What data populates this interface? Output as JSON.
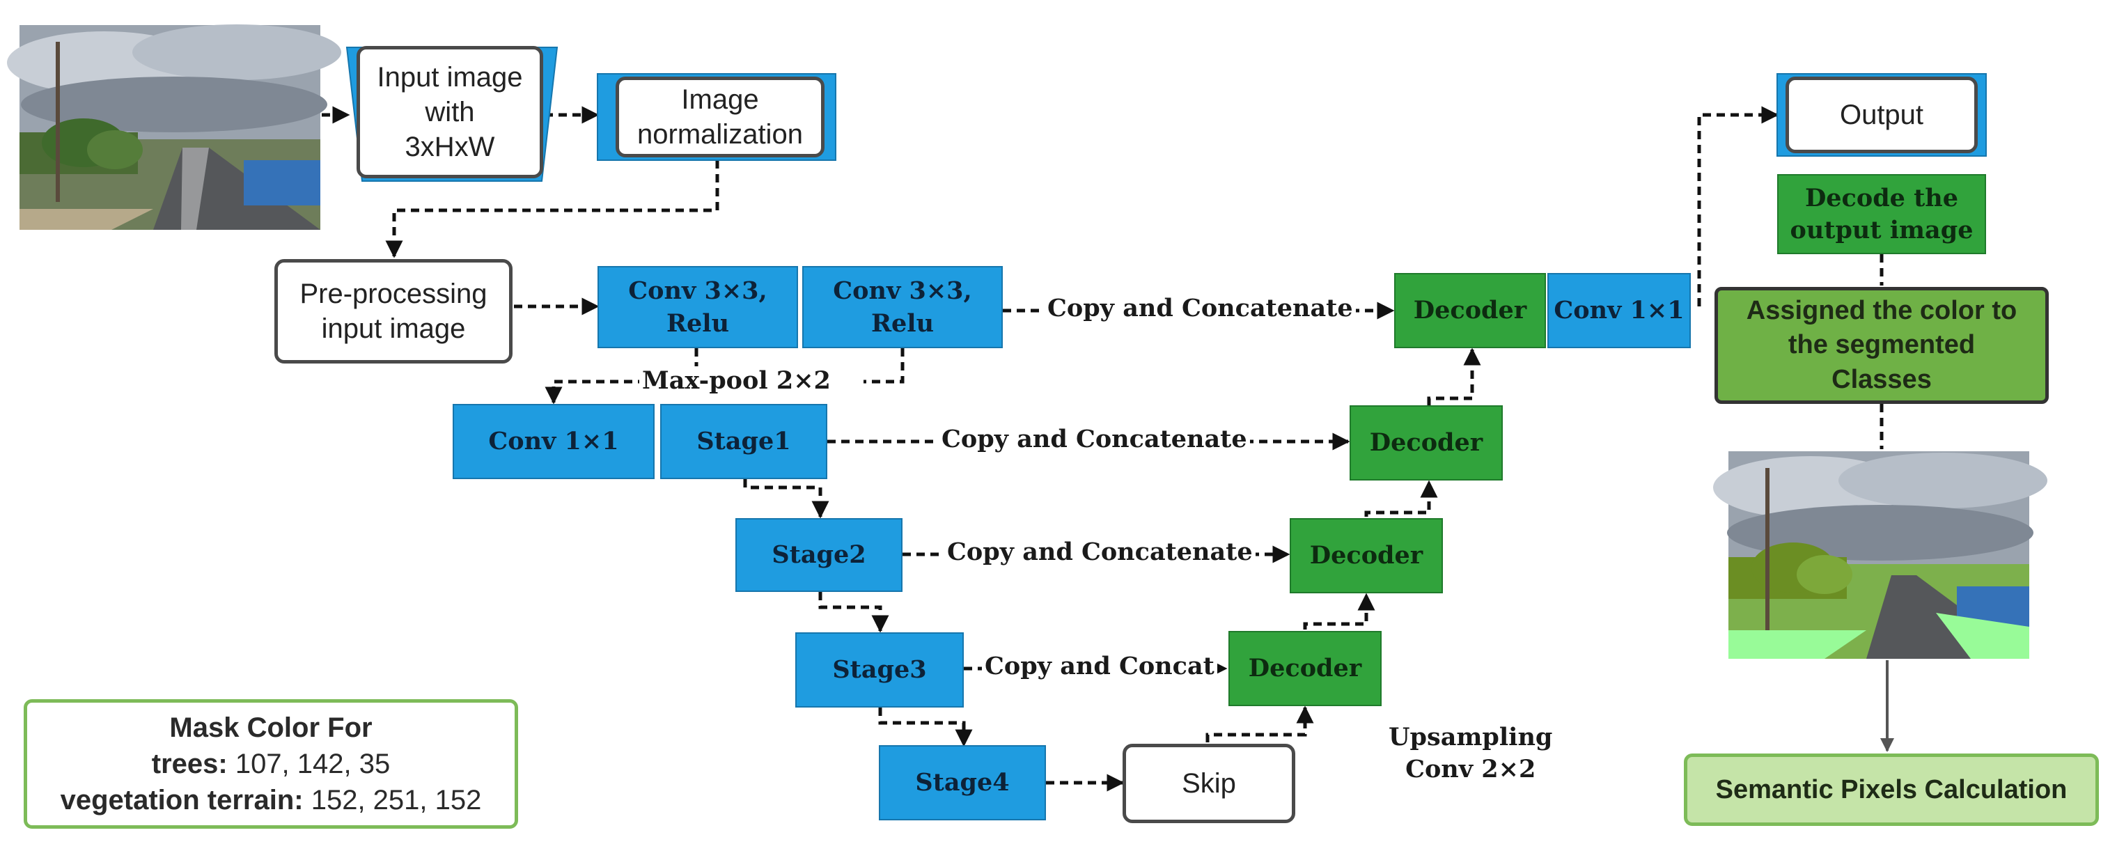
{
  "nodes": {
    "input_image": "Input image\nwith\n3xHxW",
    "image_normalization": "Image\nnormalization",
    "preprocessing": "Pre-processing\ninput image",
    "conv3x3_a": "Conv 3×3,\nRelu",
    "conv3x3_b": "Conv 3×3,\nRelu",
    "conv1x1_left": "Conv 1×1",
    "stage1": "Stage1",
    "stage2": "Stage2",
    "stage3": "Stage3",
    "stage4": "Stage4",
    "skip": "Skip",
    "decoder": "Decoder",
    "conv1x1_right": "Conv 1×1",
    "output": "Output",
    "decode_output": "Decode the\noutput image",
    "assign_color": "Assigned the color to\nthe segmented\nClasses",
    "semantic_pixels": "Semantic Pixels Calculation"
  },
  "edge_labels": {
    "copy_concat": "Copy and Concatenate",
    "copy_concat_short": "Copy and Concat",
    "maxpool": "Max-pool 2×2",
    "upsampling": "Upsampling\nConv 2×2"
  },
  "legend": {
    "title": "Mask Color For",
    "trees_label": "trees:",
    "trees_value": " 107, 142, 35",
    "veg_label": "vegetation terrain:",
    "veg_value": " 152, 251, 152"
  },
  "colors": {
    "blue": "#1f9ce0",
    "green": "#31a33c",
    "light_green": "#6fb146",
    "pale_green": "#c5e4a8"
  }
}
